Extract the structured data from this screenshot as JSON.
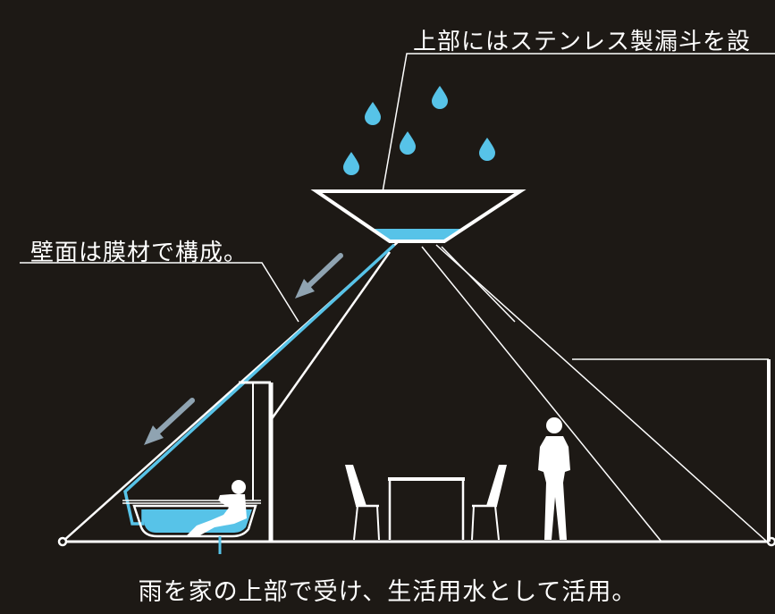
{
  "labels": {
    "top_callout": "上部にはステンレス製漏斗を設",
    "wall_callout": "壁面は膜材で構成。",
    "caption": "雨を家の上部で受け、生活用水として活用。"
  },
  "colors": {
    "background": "#1d1915",
    "line": "#ffffff",
    "water": "#57c3e8",
    "arrow": "#8fa3b1"
  },
  "icons": [
    "raindrop-icon",
    "down-left-arrow-icon",
    "chair-icon",
    "table-icon",
    "standing-person-icon",
    "bathing-person-icon"
  ]
}
